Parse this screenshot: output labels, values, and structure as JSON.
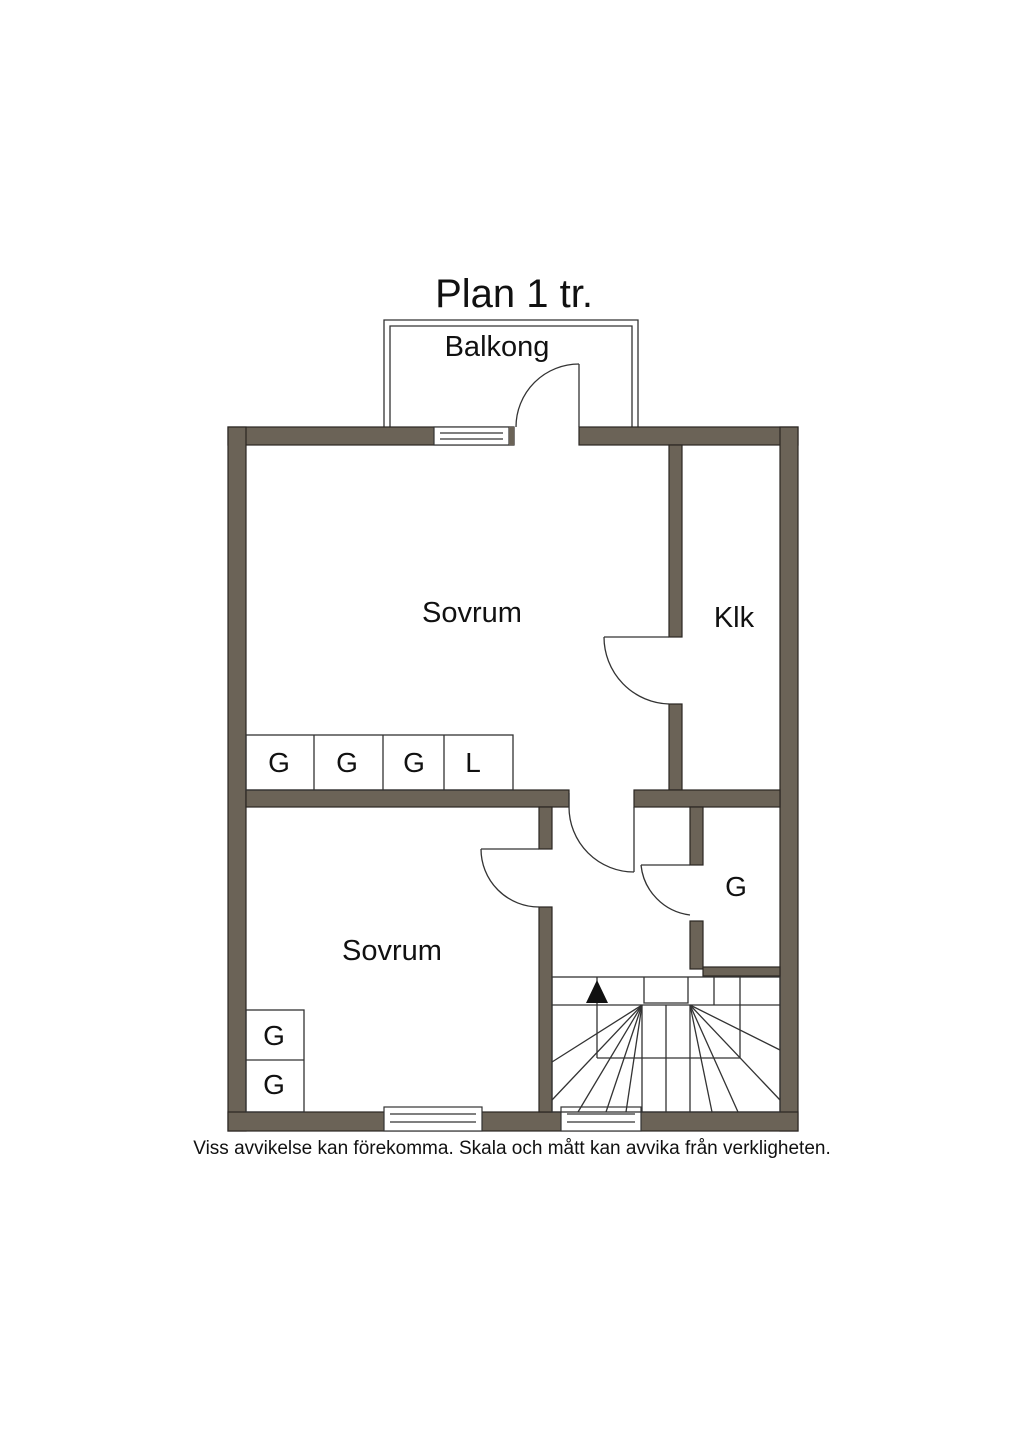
{
  "plan": {
    "title": "Plan 1 tr.",
    "wall_color": "#6b6357",
    "rooms": {
      "balcony": "Balkong",
      "bedroom_upper": "Sovrum",
      "bedroom_lower": "Sovrum",
      "walk_in_closet": "Klk"
    },
    "closets": {
      "row_1": "G",
      "row_2": "G",
      "row_3": "G",
      "row_4": "L",
      "hall_closet": "G",
      "lower_1": "G",
      "lower_2": "G"
    }
  },
  "disclaimer": "Viss avvikelse kan förekomma. Skala och mått kan avvika från verkligheten."
}
